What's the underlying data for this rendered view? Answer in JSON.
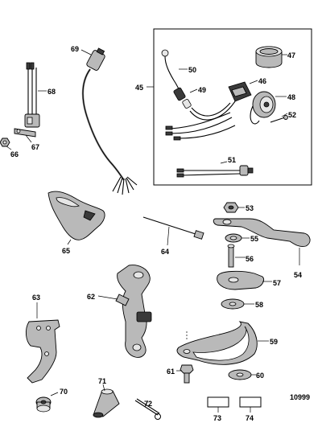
{
  "figure_id": "10999",
  "callouts": {
    "c45": "45",
    "c46": "46",
    "c47": "47",
    "c48": "48",
    "c49": "49",
    "c50": "50",
    "c51": "51",
    "c52": "52",
    "c53": "53",
    "c54": "54",
    "c55": "55",
    "c56": "56",
    "c57": "57",
    "c58": "58",
    "c59": "59",
    "c60": "60",
    "c61": "61",
    "c62": "62",
    "c63": "63",
    "c64": "64",
    "c65": "65",
    "c66": "66",
    "c67": "67",
    "c68": "68",
    "c69": "69",
    "c70": "70",
    "c71": "71",
    "c72": "72",
    "c73": "73",
    "c74": "74"
  }
}
